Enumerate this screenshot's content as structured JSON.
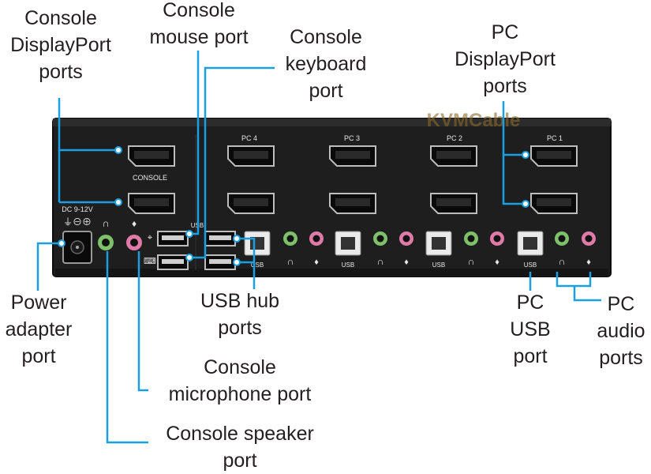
{
  "callouts": {
    "console_displayport": [
      "Console",
      "DisplayPort",
      "ports"
    ],
    "console_mouse": [
      "Console",
      "mouse port"
    ],
    "console_keyboard": [
      "Console",
      "keyboard",
      "port"
    ],
    "pc_displayport": [
      "PC",
      "DisplayPort",
      "ports"
    ],
    "power_adapter": [
      "Power",
      "adapter",
      "port"
    ],
    "usb_hub": [
      "USB hub",
      "ports"
    ],
    "pc_usb": [
      "PC",
      "USB",
      "port"
    ],
    "pc_audio": [
      "PC",
      "audio",
      "ports"
    ],
    "console_microphone": [
      "Console",
      "microphone port"
    ],
    "console_speaker": [
      "Console speaker",
      "port"
    ]
  },
  "panel_labels": {
    "watermark": "KVMCable",
    "console": "CONSOLE",
    "dc": "DC 9-12V",
    "dc_symbol": "⏚⊖⊕",
    "usb": "USB",
    "pc4": "PC 4",
    "pc3": "PC 3",
    "pc2": "PC 2",
    "pc1": "PC 1"
  },
  "colors": {
    "leader": "#1aa0e0",
    "panel": "#202020",
    "audio_green": "#7fc06a",
    "audio_pink": "#e07aa8"
  }
}
